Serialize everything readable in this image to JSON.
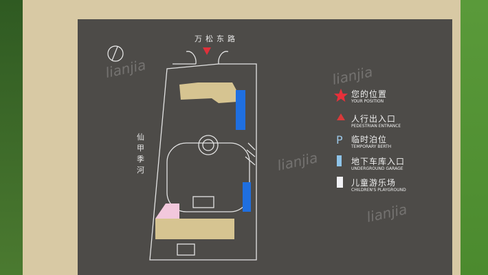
{
  "map": {
    "road_label": "万松东路",
    "river_label": "仙甲季河",
    "parking_marker": "P"
  },
  "legend": [
    {
      "cn": "您的位置",
      "en": "YOUR POSITION",
      "icon": "red-star",
      "color": "#e8303a"
    },
    {
      "cn": "人行出入口",
      "en": "PEDESTRIAN ENTRANCE",
      "icon": "red-triangle",
      "color": "#d83a3a"
    },
    {
      "cn": "临时泊位",
      "en": "TEMPORARY BERTH",
      "icon": "parking-p",
      "color": "#9cc8e8"
    },
    {
      "cn": "地下车库入口",
      "en": "UNDERGROUND GARAGE",
      "icon": "blue-rect",
      "color": "#8ec4ea"
    },
    {
      "cn": "儿童游乐场",
      "en": "CHILDREN'S PLAYGROUND",
      "icon": "white-rect",
      "color": "#f2f2f6"
    }
  ],
  "watermark": "lianjia"
}
